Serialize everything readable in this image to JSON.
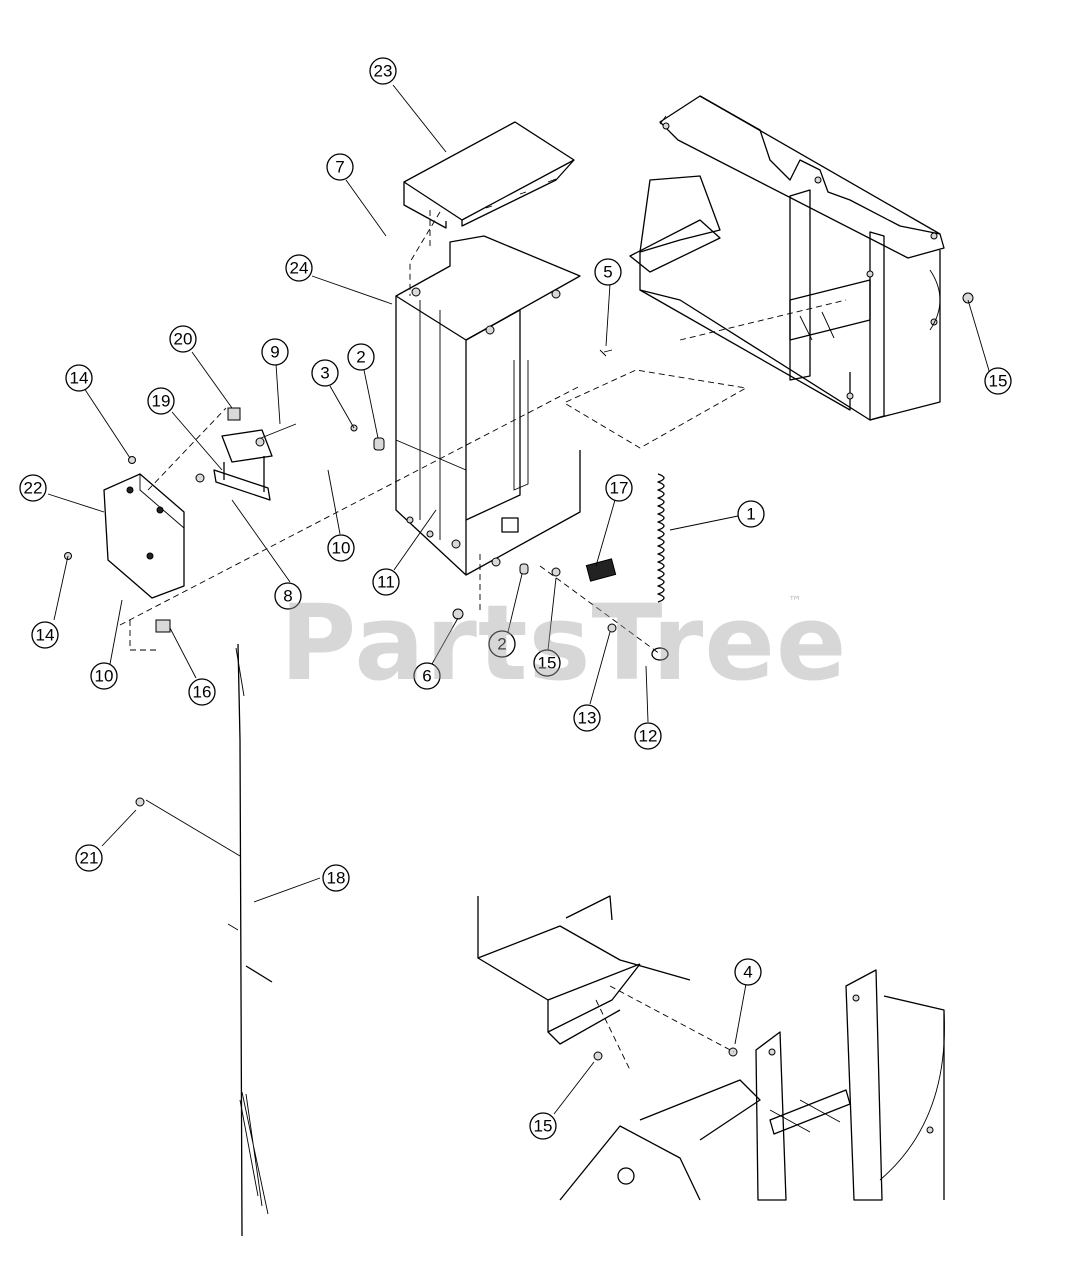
{
  "watermark": {
    "text": "PartsTree",
    "tm": "™"
  },
  "callouts": [
    {
      "id": "c23",
      "label": "23"
    },
    {
      "id": "c7",
      "label": "7"
    },
    {
      "id": "c24",
      "label": "24"
    },
    {
      "id": "c5",
      "label": "5"
    },
    {
      "id": "c15a",
      "label": "15"
    },
    {
      "id": "c20",
      "label": "20"
    },
    {
      "id": "c9",
      "label": "9"
    },
    {
      "id": "c3",
      "label": "3"
    },
    {
      "id": "c2a",
      "label": "2"
    },
    {
      "id": "c14a",
      "label": "14"
    },
    {
      "id": "c19",
      "label": "19"
    },
    {
      "id": "c22",
      "label": "22"
    },
    {
      "id": "c17",
      "label": "17"
    },
    {
      "id": "c1",
      "label": "1"
    },
    {
      "id": "c10a",
      "label": "10"
    },
    {
      "id": "c11",
      "label": "11"
    },
    {
      "id": "c8",
      "label": "8"
    },
    {
      "id": "c14b",
      "label": "14"
    },
    {
      "id": "c2b",
      "label": "2"
    },
    {
      "id": "c15b",
      "label": "15"
    },
    {
      "id": "c6",
      "label": "6"
    },
    {
      "id": "c10b",
      "label": "10"
    },
    {
      "id": "c16",
      "label": "16"
    },
    {
      "id": "c13",
      "label": "13"
    },
    {
      "id": "c12",
      "label": "12"
    },
    {
      "id": "c21",
      "label": "21"
    },
    {
      "id": "c18",
      "label": "18"
    },
    {
      "id": "c4",
      "label": "4"
    },
    {
      "id": "c15c",
      "label": "15"
    }
  ]
}
